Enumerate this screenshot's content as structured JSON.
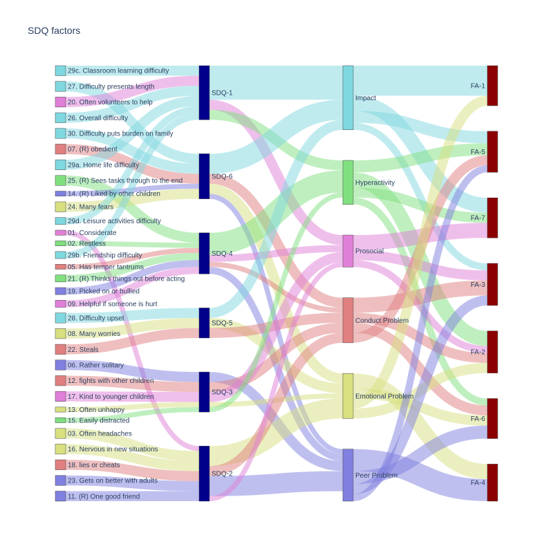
{
  "chart_data": {
    "type": "sankey",
    "title": "SDQ factors",
    "columns": [
      {
        "stage": "items",
        "nodes": [
          {
            "id": "i29c",
            "label": "29c. Classroom learning difficulty",
            "color": "#7fd8e0"
          },
          {
            "id": "i27",
            "label": "27. Difficulty presents length",
            "color": "#7fd8e0"
          },
          {
            "id": "i20",
            "label": "20. Often volunteers to help",
            "color": "#e07fd8"
          },
          {
            "id": "i26",
            "label": "26. Overall difficulty",
            "color": "#7fd8e0"
          },
          {
            "id": "i30",
            "label": "30. Difficulty puts burden on family",
            "color": "#7fd8e0"
          },
          {
            "id": "i07",
            "label": "07. (R) obedient",
            "color": "#e08080"
          },
          {
            "id": "i29a",
            "label": "29a. Home life difficulty",
            "color": "#7fd8e0"
          },
          {
            "id": "i25",
            "label": "25. (R) Sees tasks through to the end",
            "color": "#80e080"
          },
          {
            "id": "i14",
            "label": "14. (R) Liked by other children",
            "color": "#8080e0"
          },
          {
            "id": "i24",
            "label": "24. Many fears",
            "color": "#d8e07f"
          },
          {
            "id": "i29d",
            "label": "29d. Leisure activities difficulty",
            "color": "#7fd8e0"
          },
          {
            "id": "i01",
            "label": "01. Considerate",
            "color": "#e07fd8"
          },
          {
            "id": "i02",
            "label": "02. Restless",
            "color": "#80e080"
          },
          {
            "id": "i29b",
            "label": "29b. Friendship difficulty",
            "color": "#7fd8e0"
          },
          {
            "id": "i05",
            "label": "05. Has temper tantrums",
            "color": "#e08080"
          },
          {
            "id": "i21",
            "label": "21. (R) Thinks things out before acting",
            "color": "#80e080"
          },
          {
            "id": "i19",
            "label": "19. Picked on or bullied",
            "color": "#8080e0"
          },
          {
            "id": "i09",
            "label": "09. Helpful if someone is hurt",
            "color": "#e07fd8"
          },
          {
            "id": "i28",
            "label": "28. Difficulty upset",
            "color": "#7fd8e0"
          },
          {
            "id": "i08",
            "label": "08. Many worries",
            "color": "#d8e07f"
          },
          {
            "id": "i22",
            "label": "22. Steals",
            "color": "#e08080"
          },
          {
            "id": "i06",
            "label": "06. Rather solitary",
            "color": "#8080e0"
          },
          {
            "id": "i12",
            "label": "12. fights with other children",
            "color": "#e08080"
          },
          {
            "id": "i17",
            "label": "17. Kind to younger children",
            "color": "#e07fd8"
          },
          {
            "id": "i13",
            "label": "13. Often unhappy",
            "color": "#d8e07f"
          },
          {
            "id": "i15",
            "label": "15. Easily distracted",
            "color": "#80e080"
          },
          {
            "id": "i03",
            "label": "03. Often headaches",
            "color": "#d8e07f"
          },
          {
            "id": "i16",
            "label": "16. Nervous in new situations",
            "color": "#d8e07f"
          },
          {
            "id": "i18",
            "label": "18. lies or cheats",
            "color": "#e08080"
          },
          {
            "id": "i23",
            "label": "23. Gets on better with adults",
            "color": "#8080e0"
          },
          {
            "id": "i11",
            "label": "11. (R) One good friend",
            "color": "#8080e0"
          }
        ]
      },
      {
        "stage": "sdq",
        "nodes": [
          {
            "id": "sdq1",
            "label": "SDQ-1",
            "color": "#00008b"
          },
          {
            "id": "sdq6",
            "label": "SDQ-6",
            "color": "#00008b"
          },
          {
            "id": "sdq4",
            "label": "SDQ-4",
            "color": "#00008b"
          },
          {
            "id": "sdq5",
            "label": "SDQ-5",
            "color": "#00008b"
          },
          {
            "id": "sdq3",
            "label": "SDQ-3",
            "color": "#00008b"
          },
          {
            "id": "sdq2",
            "label": "SDQ-2",
            "color": "#00008b"
          }
        ]
      },
      {
        "stage": "scales",
        "nodes": [
          {
            "id": "impact",
            "label": "Impact",
            "color": "#7fd8e0"
          },
          {
            "id": "hyper",
            "label": "Hyperactivity",
            "color": "#80e080"
          },
          {
            "id": "pros",
            "label": "Prosocial",
            "color": "#e07fd8"
          },
          {
            "id": "conduct",
            "label": "Conduct Problem",
            "color": "#e08080"
          },
          {
            "id": "emot",
            "label": "Emotional Problem",
            "color": "#d8e07f"
          },
          {
            "id": "peer",
            "label": "Peer Problem",
            "color": "#8080e0"
          }
        ]
      },
      {
        "stage": "fa",
        "nodes": [
          {
            "id": "fa1",
            "label": "FA-1",
            "color": "#8b0000"
          },
          {
            "id": "fa5",
            "label": "FA-5",
            "color": "#8b0000"
          },
          {
            "id": "fa7",
            "label": "FA-7",
            "color": "#8b0000"
          },
          {
            "id": "fa3",
            "label": "FA-3",
            "color": "#8b0000"
          },
          {
            "id": "fa2",
            "label": "FA-2",
            "color": "#8b0000"
          },
          {
            "id": "fa6",
            "label": "FA-6",
            "color": "#8b0000"
          },
          {
            "id": "fa4",
            "label": "FA-4",
            "color": "#8b0000"
          }
        ]
      }
    ],
    "links": [
      {
        "source": "i29c",
        "target": "sdq1",
        "value": 1,
        "color": "#7fd8e0"
      },
      {
        "source": "i27",
        "target": "sdq6",
        "value": 1,
        "color": "#7fd8e0"
      },
      {
        "source": "i20",
        "target": "sdq1",
        "value": 1,
        "color": "#e07fd8"
      },
      {
        "source": "i26",
        "target": "sdq1",
        "value": 1,
        "color": "#7fd8e0"
      },
      {
        "source": "i30",
        "target": "sdq6",
        "value": 1,
        "color": "#7fd8e0"
      },
      {
        "source": "i07",
        "target": "sdq6",
        "value": 1,
        "color": "#e08080"
      },
      {
        "source": "i29a",
        "target": "sdq1",
        "value": 1,
        "color": "#7fd8e0"
      },
      {
        "source": "i25",
        "target": "sdq4",
        "value": 1,
        "color": "#80e080"
      },
      {
        "source": "i14",
        "target": "sdq6",
        "value": 0.5,
        "color": "#8080e0"
      },
      {
        "source": "i24",
        "target": "sdq6",
        "value": 1,
        "color": "#d8e07f"
      },
      {
        "source": "i29d",
        "target": "sdq1",
        "value": 0.7,
        "color": "#7fd8e0"
      },
      {
        "source": "i01",
        "target": "sdq2",
        "value": 0.5,
        "color": "#e07fd8"
      },
      {
        "source": "i02",
        "target": "sdq4",
        "value": 0.5,
        "color": "#80e080"
      },
      {
        "source": "i29b",
        "target": "sdq1",
        "value": 0.7,
        "color": "#7fd8e0"
      },
      {
        "source": "i05",
        "target": "sdq4",
        "value": 0.5,
        "color": "#e08080"
      },
      {
        "source": "i21",
        "target": "sdq4",
        "value": 0.7,
        "color": "#80e080"
      },
      {
        "source": "i19",
        "target": "sdq4",
        "value": 0.7,
        "color": "#8080e0"
      },
      {
        "source": "i09",
        "target": "sdq4",
        "value": 0.7,
        "color": "#e07fd8"
      },
      {
        "source": "i28",
        "target": "sdq5",
        "value": 1,
        "color": "#7fd8e0"
      },
      {
        "source": "i08",
        "target": "sdq5",
        "value": 1,
        "color": "#d8e07f"
      },
      {
        "source": "i22",
        "target": "sdq5",
        "value": 1,
        "color": "#e08080"
      },
      {
        "source": "i06",
        "target": "sdq3",
        "value": 1,
        "color": "#8080e0"
      },
      {
        "source": "i12",
        "target": "sdq3",
        "value": 1,
        "color": "#e08080"
      },
      {
        "source": "i17",
        "target": "sdq3",
        "value": 1,
        "color": "#e07fd8"
      },
      {
        "source": "i13",
        "target": "sdq3",
        "value": 0.5,
        "color": "#d8e07f"
      },
      {
        "source": "i15",
        "target": "sdq3",
        "value": 0.5,
        "color": "#80e080"
      },
      {
        "source": "i03",
        "target": "sdq2",
        "value": 1,
        "color": "#d8e07f"
      },
      {
        "source": "i16",
        "target": "sdq2",
        "value": 1,
        "color": "#d8e07f"
      },
      {
        "source": "i18",
        "target": "sdq2",
        "value": 1,
        "color": "#e08080"
      },
      {
        "source": "i23",
        "target": "sdq2",
        "value": 1,
        "color": "#8080e0"
      },
      {
        "source": "i11",
        "target": "sdq2",
        "value": 1,
        "color": "#8080e0"
      },
      {
        "source": "sdq1",
        "target": "impact",
        "value": 3.4,
        "color": "#7fd8e0"
      },
      {
        "source": "sdq1",
        "target": "pros",
        "value": 1,
        "color": "#e07fd8"
      },
      {
        "source": "sdq1",
        "target": "hyper",
        "value": 1,
        "color": "#80e080"
      },
      {
        "source": "sdq6",
        "target": "impact",
        "value": 2,
        "color": "#7fd8e0"
      },
      {
        "source": "sdq6",
        "target": "conduct",
        "value": 1,
        "color": "#e08080"
      },
      {
        "source": "sdq6",
        "target": "emot",
        "value": 1,
        "color": "#d8e07f"
      },
      {
        "source": "sdq6",
        "target": "peer",
        "value": 0.5,
        "color": "#8080e0"
      },
      {
        "source": "sdq4",
        "target": "hyper",
        "value": 2.2,
        "color": "#80e080"
      },
      {
        "source": "sdq4",
        "target": "pros",
        "value": 0.7,
        "color": "#e07fd8"
      },
      {
        "source": "sdq4",
        "target": "conduct",
        "value": 0.5,
        "color": "#e08080"
      },
      {
        "source": "sdq4",
        "target": "peer",
        "value": 0.7,
        "color": "#8080e0"
      },
      {
        "source": "sdq5",
        "target": "impact",
        "value": 1,
        "color": "#7fd8e0"
      },
      {
        "source": "sdq5",
        "target": "emot",
        "value": 1,
        "color": "#d8e07f"
      },
      {
        "source": "sdq5",
        "target": "conduct",
        "value": 1,
        "color": "#e08080"
      },
      {
        "source": "sdq3",
        "target": "peer",
        "value": 1,
        "color": "#8080e0"
      },
      {
        "source": "sdq3",
        "target": "conduct",
        "value": 1,
        "color": "#e08080"
      },
      {
        "source": "sdq3",
        "target": "pros",
        "value": 1,
        "color": "#e07fd8"
      },
      {
        "source": "sdq3",
        "target": "emot",
        "value": 0.5,
        "color": "#d8e07f"
      },
      {
        "source": "sdq3",
        "target": "hyper",
        "value": 0.5,
        "color": "#80e080"
      },
      {
        "source": "sdq2",
        "target": "emot",
        "value": 2,
        "color": "#d8e07f"
      },
      {
        "source": "sdq2",
        "target": "conduct",
        "value": 1,
        "color": "#e08080"
      },
      {
        "source": "sdq2",
        "target": "peer",
        "value": 2,
        "color": "#8080e0"
      },
      {
        "source": "sdq2",
        "target": "pros",
        "value": 0.5,
        "color": "#e07fd8"
      },
      {
        "source": "impact",
        "target": "fa1",
        "value": 3,
        "color": "#7fd8e0"
      },
      {
        "source": "impact",
        "target": "fa7",
        "value": 1.5,
        "color": "#7fd8e0"
      },
      {
        "source": "impact",
        "target": "fa5",
        "value": 1.2,
        "color": "#7fd8e0"
      },
      {
        "source": "impact",
        "target": "fa3",
        "value": 0.7,
        "color": "#7fd8e0"
      },
      {
        "source": "hyper",
        "target": "fa5",
        "value": 1.2,
        "color": "#80e080"
      },
      {
        "source": "hyper",
        "target": "fa2",
        "value": 1.5,
        "color": "#80e080"
      },
      {
        "source": "hyper",
        "target": "fa7",
        "value": 1,
        "color": "#80e080"
      },
      {
        "source": "hyper",
        "target": "fa6",
        "value": 0.7,
        "color": "#80e080"
      },
      {
        "source": "pros",
        "target": "fa7",
        "value": 1.5,
        "color": "#e07fd8"
      },
      {
        "source": "pros",
        "target": "fa3",
        "value": 1,
        "color": "#e07fd8"
      },
      {
        "source": "pros",
        "target": "fa2",
        "value": 0.7,
        "color": "#e07fd8"
      },
      {
        "source": "conduct",
        "target": "fa3",
        "value": 1.5,
        "color": "#e08080"
      },
      {
        "source": "conduct",
        "target": "fa2",
        "value": 1,
        "color": "#e08080"
      },
      {
        "source": "conduct",
        "target": "fa6",
        "value": 1,
        "color": "#e08080"
      },
      {
        "source": "conduct",
        "target": "fa5",
        "value": 1,
        "color": "#e08080"
      },
      {
        "source": "emot",
        "target": "fa4",
        "value": 1.5,
        "color": "#d8e07f"
      },
      {
        "source": "emot",
        "target": "fa6",
        "value": 1,
        "color": "#d8e07f"
      },
      {
        "source": "emot",
        "target": "fa1",
        "value": 1,
        "color": "#d8e07f"
      },
      {
        "source": "emot",
        "target": "fa2",
        "value": 1,
        "color": "#d8e07f"
      },
      {
        "source": "peer",
        "target": "fa4",
        "value": 2.2,
        "color": "#8080e0"
      },
      {
        "source": "peer",
        "target": "fa6",
        "value": 1.3,
        "color": "#8080e0"
      },
      {
        "source": "peer",
        "target": "fa3",
        "value": 1,
        "color": "#8080e0"
      },
      {
        "source": "peer",
        "target": "fa5",
        "value": 0.7,
        "color": "#8080e0"
      }
    ]
  }
}
